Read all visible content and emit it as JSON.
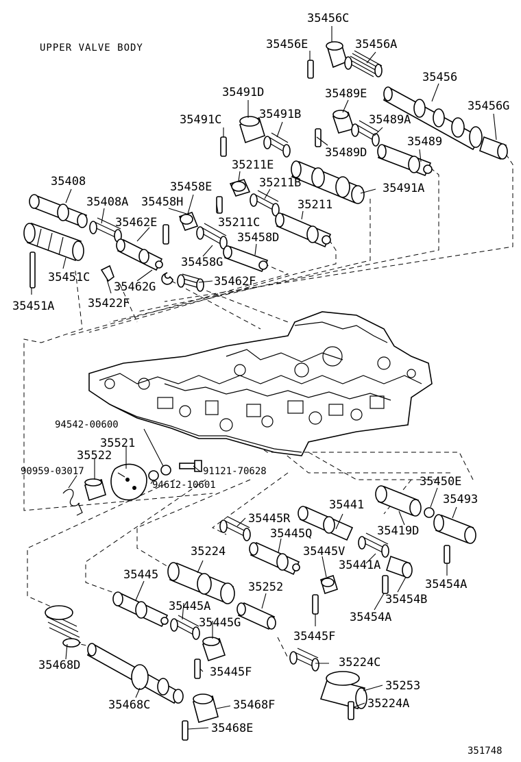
{
  "title": "UPPER VALVE BODY",
  "figure_number": "351748",
  "labels": {
    "p35456C": "35456C",
    "p35456E": "35456E",
    "p35456A": "35456A",
    "p35456": "35456",
    "p35491D": "35491D",
    "p35489E": "35489E",
    "p35456G": "35456G",
    "p35491C": "35491C",
    "p35491B": "35491B",
    "p35489A": "35489A",
    "p35489": "35489",
    "p35489D": "35489D",
    "p35211E": "35211E",
    "p35408": "35408",
    "p35458E": "35458E",
    "p35211B": "35211B",
    "p35491A": "35491A",
    "p35408A": "35408A",
    "p35458H": "35458H",
    "p35211": "35211",
    "p35462E": "35462E",
    "p35211C": "35211C",
    "p35458D": "35458D",
    "p35458G": "35458G",
    "p35451C": "35451C",
    "p35462G": "35462G",
    "p35462F": "35462F",
    "p35451A": "35451A",
    "p35422F": "35422F",
    "p94542_00600": "94542-00600",
    "p35521": "35521",
    "p35522": "35522",
    "p90959_03017": "90959-03017",
    "p91121_70628": "91121-70628",
    "p94612_10601": "94612-10601",
    "p35450E": "35450E",
    "p35441": "35441",
    "p35493": "35493",
    "p35445R": "35445R",
    "p35419D": "35419D",
    "p35445Q": "35445Q",
    "p35224": "35224",
    "p35445V": "35445V",
    "p35441A": "35441A",
    "p35454A_r": "35454A",
    "p35445": "35445",
    "p35252": "35252",
    "p35454B": "35454B",
    "p35445A": "35445A",
    "p35454A_c": "35454A",
    "p35445G": "35445G",
    "p35445F_c": "35445F",
    "p35468D": "35468D",
    "p35224C": "35224C",
    "p35445F_l": "35445F",
    "p35253": "35253",
    "p35468C": "35468C",
    "p35468F": "35468F",
    "p35224A": "35224A",
    "p35468E": "35468E"
  }
}
